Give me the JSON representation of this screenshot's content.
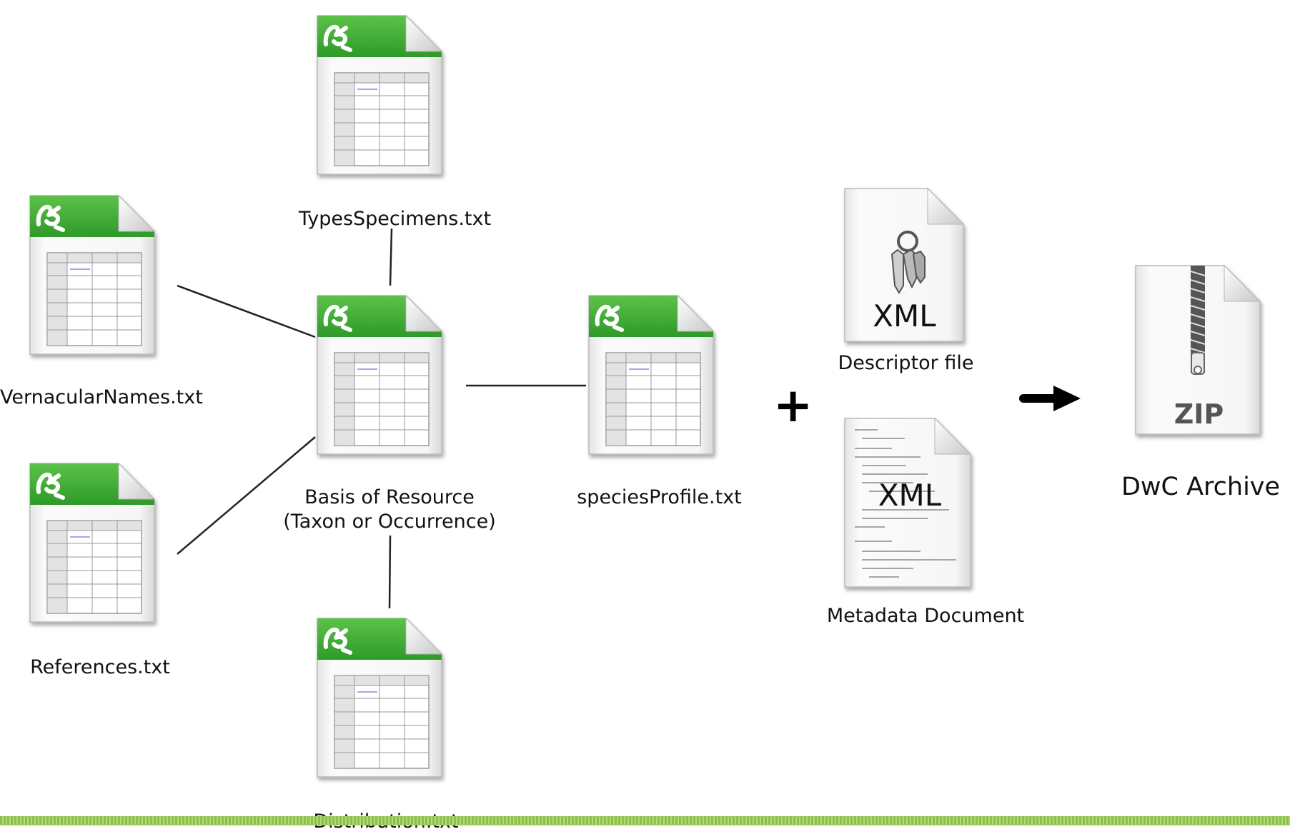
{
  "labels": {
    "types_specimens": "TypesSpecimens.txt",
    "vernacular_names": "VernacularNames.txt",
    "references": "References.txt",
    "basis_line1": "Basis of Resource",
    "basis_line2": "(Taxon or Occurrence)",
    "distribution": "Distribution.txt",
    "species_profile": "speciesProfile.txt",
    "descriptor_file": "Descriptor file",
    "metadata_document": "Metadata Document",
    "dwc_archive": "DwC Archive"
  },
  "badges": {
    "xml_descriptor": "XML",
    "xml_metadata": "XML",
    "zip": "ZIP"
  },
  "symbols": {
    "plus": "+"
  },
  "colors": {
    "spreadsheet_tab": "#3aa52f",
    "connector": "#222222",
    "footer_border": "#8cbf4a"
  },
  "icons": {
    "spreadsheet": "spreadsheet-document-icon",
    "descriptor": "keys-xml-document-icon",
    "metadata": "code-xml-document-icon",
    "archive": "zip-archive-icon",
    "arrow": "right-arrow-icon"
  }
}
